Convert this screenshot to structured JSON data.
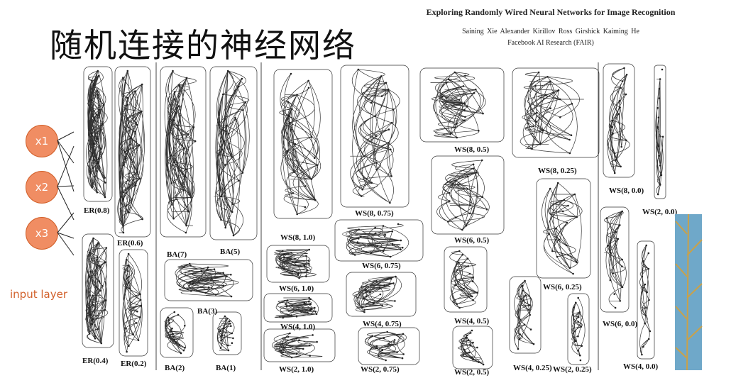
{
  "slide": {
    "title": "随机连接的神经网络",
    "input_label": "input layer"
  },
  "input_nodes": [
    "x1",
    "x2",
    "x3"
  ],
  "paper": {
    "title": "Exploring Randomly Wired Neural Networks for Image Recognition",
    "authors": "Saining Xie    Alexander Kirillov    Ross Girshick    Kaiming He",
    "affiliation": "Facebook AI Research (FAIR)"
  },
  "graph_labels": [
    "ER(0.8)",
    "ER(0.6)",
    "ER(0.4)",
    "ER(0.2)",
    "BA(7)",
    "BA(5)",
    "BA(3)",
    "BA(2)",
    "BA(1)",
    "WS(8, 1.0)",
    "WS(6, 1.0)",
    "WS(4, 1.0)",
    "WS(2, 1.0)",
    "WS(8, 0.75)",
    "WS(6, 0.75)",
    "WS(4, 0.75)",
    "WS(2, 0.75)",
    "WS(8, 0.5)",
    "WS(6, 0.5)",
    "WS(4, 0.5)",
    "WS(2, 0.5)",
    "WS(8, 0.25)",
    "WS(6, 0.25)",
    "WS(4, 0.25)",
    "WS(2, 0.25)",
    "WS(8, 0.0)",
    "WS(6, 0.0)",
    "WS(4, 0.0)",
    "WS(2, 0.0)"
  ],
  "colors": {
    "node_fill": "#f08d63",
    "node_stroke": "#d2602a",
    "input_label": "#d2602a",
    "graph_stroke": "#333333",
    "leaf_bg": "#6fa8c9"
  }
}
